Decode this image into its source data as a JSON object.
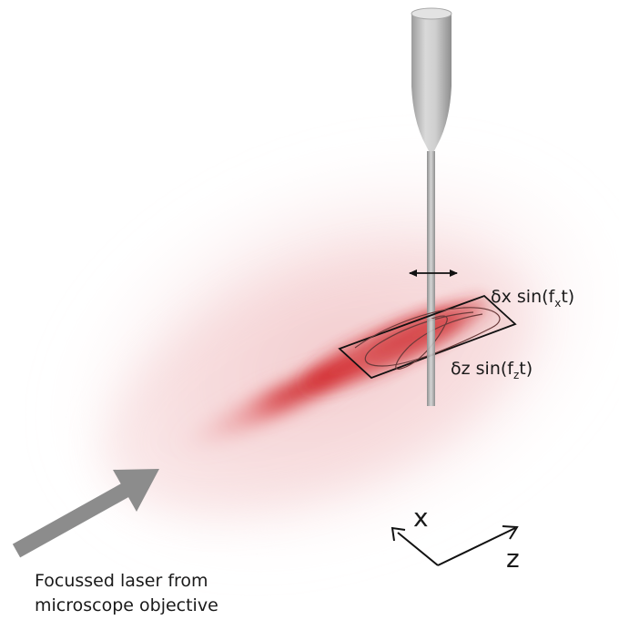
{
  "figure": {
    "annotations": {
      "dx_prefix": "δx sin(f",
      "dx_sub": "x",
      "dx_suffix": "t)",
      "dz_prefix": "δz sin(f",
      "dz_sub": "z",
      "dz_suffix": "t)"
    },
    "caption": {
      "line1": "Focussed laser from",
      "line2": "microscope objective"
    },
    "axes": {
      "x": "x",
      "z": "z"
    },
    "colors": {
      "laser_core": "#cc1518",
      "laser_halo": "#e6959a",
      "arrow": "#8c8c8c",
      "probe": "#bdbdbd",
      "outline": "#111111"
    }
  }
}
